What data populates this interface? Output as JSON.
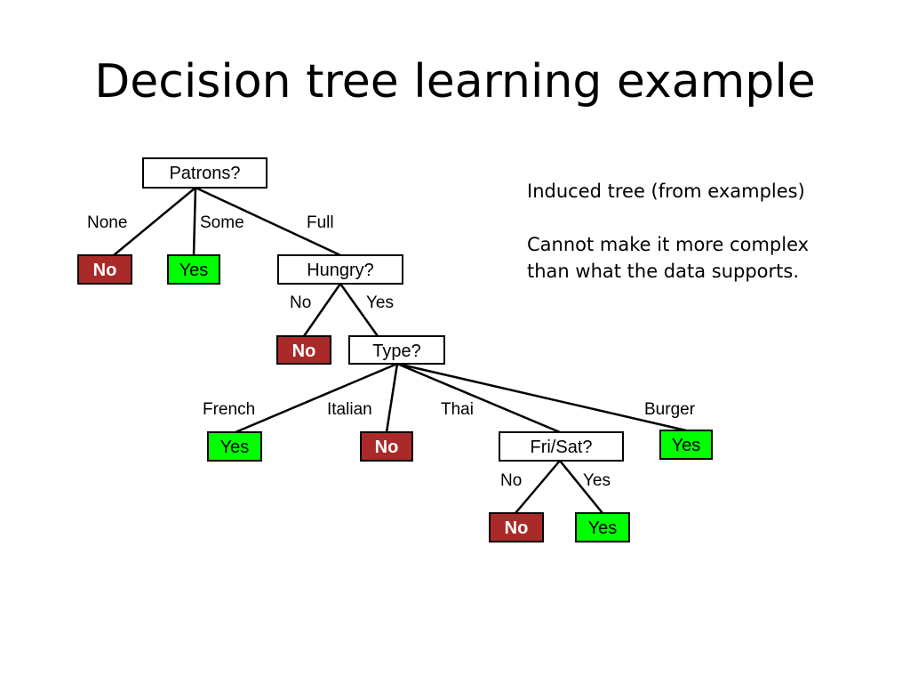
{
  "title": "Decision tree learning example",
  "notes": {
    "line1": "Induced tree (from examples)",
    "line2": "Cannot make it more complex",
    "line3": "than what the data supports."
  },
  "colors": {
    "yes_leaf": "#00ff00",
    "no_leaf": "#aa2a2a"
  },
  "tree": {
    "nodes": [
      {
        "id": "patrons",
        "kind": "test",
        "label": "Patrons?"
      },
      {
        "id": "none-no",
        "kind": "no",
        "label": "No"
      },
      {
        "id": "some-yes",
        "kind": "yes",
        "label": "Yes"
      },
      {
        "id": "hungry",
        "kind": "test",
        "label": "Hungry?"
      },
      {
        "id": "hungry-no",
        "kind": "no",
        "label": "No"
      },
      {
        "id": "type",
        "kind": "test",
        "label": "Type?"
      },
      {
        "id": "french-yes",
        "kind": "yes",
        "label": "Yes"
      },
      {
        "id": "italian-no",
        "kind": "no",
        "label": "No"
      },
      {
        "id": "frisat",
        "kind": "test",
        "label": "Fri/Sat?"
      },
      {
        "id": "burger-yes",
        "kind": "yes",
        "label": "Yes"
      },
      {
        "id": "frisat-no",
        "kind": "no",
        "label": "No"
      },
      {
        "id": "frisat-yes",
        "kind": "yes",
        "label": "Yes"
      }
    ],
    "edges": [
      {
        "from": "patrons",
        "to": "none-no",
        "label": "None"
      },
      {
        "from": "patrons",
        "to": "some-yes",
        "label": "Some"
      },
      {
        "from": "patrons",
        "to": "hungry",
        "label": "Full"
      },
      {
        "from": "hungry",
        "to": "hungry-no",
        "label": "No"
      },
      {
        "from": "hungry",
        "to": "type",
        "label": "Yes"
      },
      {
        "from": "type",
        "to": "french-yes",
        "label": "French"
      },
      {
        "from": "type",
        "to": "italian-no",
        "label": "Italian"
      },
      {
        "from": "type",
        "to": "frisat",
        "label": "Thai"
      },
      {
        "from": "type",
        "to": "burger-yes",
        "label": "Burger"
      },
      {
        "from": "frisat",
        "to": "frisat-no",
        "label": "No"
      },
      {
        "from": "frisat",
        "to": "frisat-yes",
        "label": "Yes"
      }
    ]
  }
}
